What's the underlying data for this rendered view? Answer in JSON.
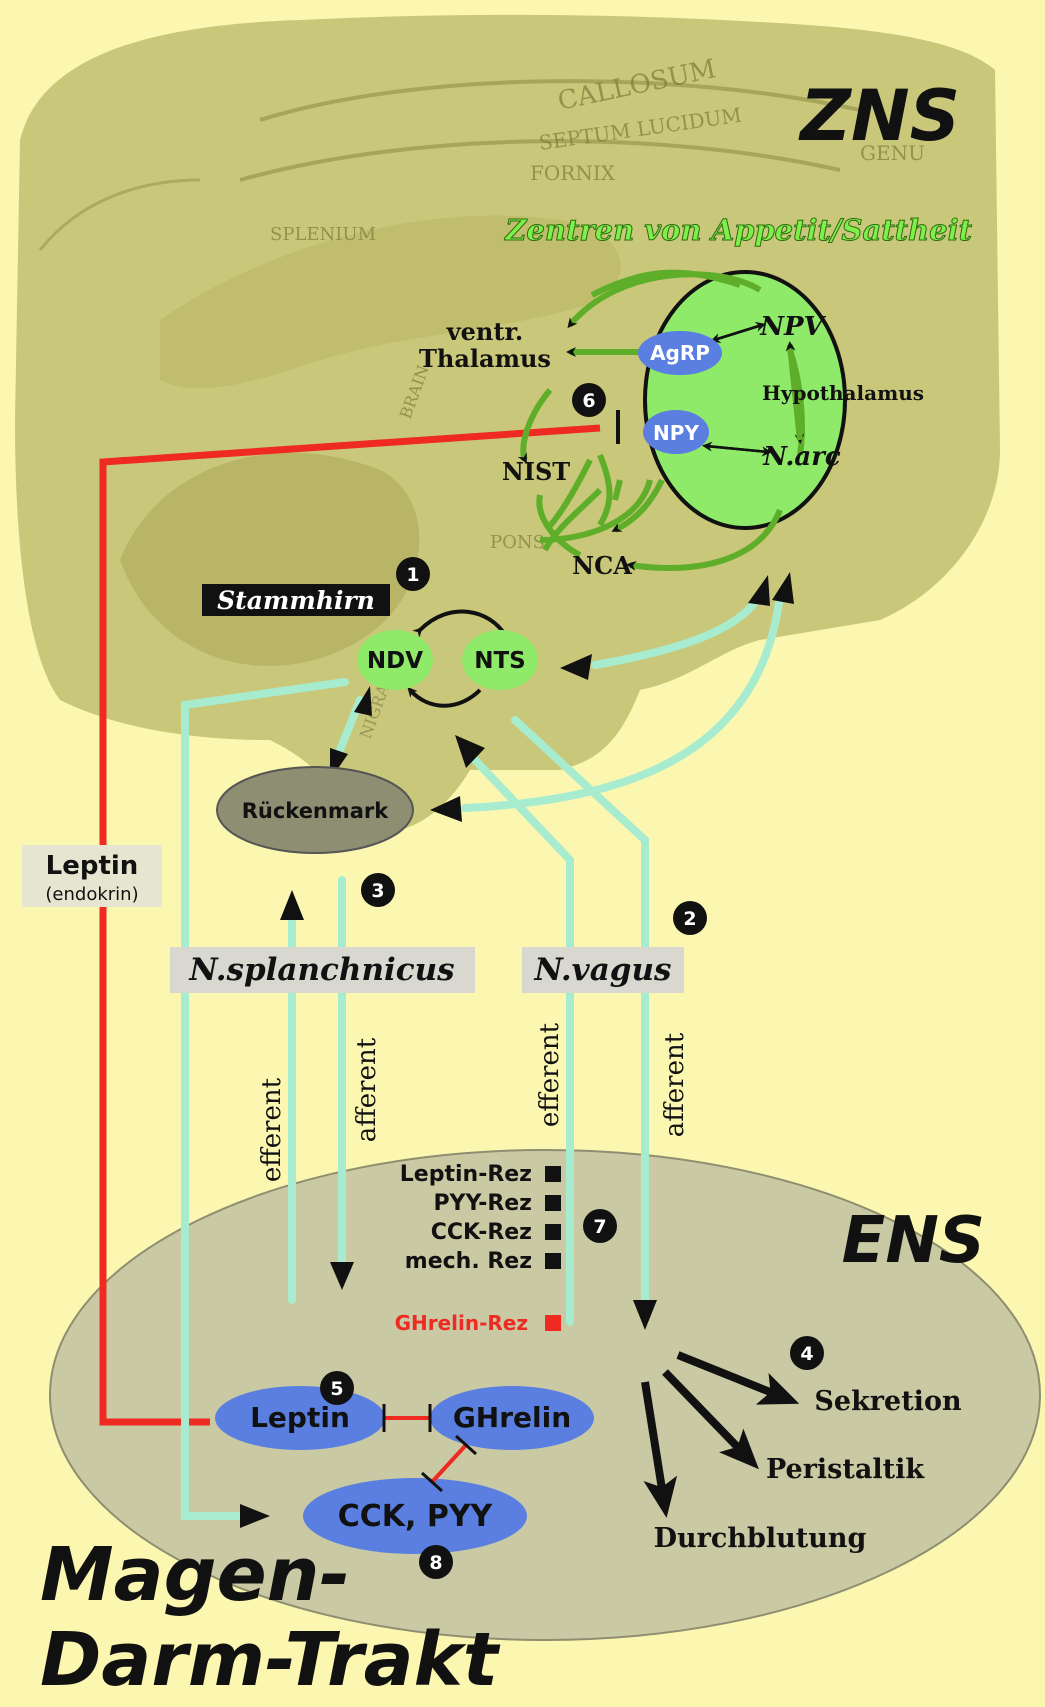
{
  "zns_title": "ZNS",
  "ens_title": "ENS",
  "gi_title": {
    "line1": "Magen-",
    "line2": "Darm-Trakt"
  },
  "green_heading": "Zentren von Appetit/Sattheit",
  "brain_watermark": {
    "callosum": "CALLOSUM",
    "septum": "SEPTUM LUCIDUM",
    "fornix": "FORNIX",
    "genu": "GENU",
    "splenium": "SPLENIUM",
    "pons": "PONS",
    "nigra": "NIGRA",
    "brain": "BRAIN"
  },
  "hypothalamus": {
    "label": "Hypothalamus",
    "agrp": "AgRP",
    "npy": "NPY",
    "npv": "NPV",
    "narc": "N.arc"
  },
  "labels": {
    "ventr_thalamus_1": "ventr.",
    "ventr_thalamus_2": "Thalamus",
    "nist": "NIST",
    "nca": "NCA",
    "stammhirn": "Stammhirn",
    "ndv": "NDV",
    "nts": "NTS",
    "rueckenmark": "Rückenmark",
    "leptin_box_title": "Leptin",
    "leptin_box_sub": "(endokrin)",
    "n_splanchnicus": "N.splanchnicus",
    "n_vagus": "N.vagus",
    "efferent": "efferent",
    "afferent": "afferent",
    "leptin_rez": "Leptin-Rez",
    "pyy_rez": "PYY-Rez",
    "cck_rez": "CCK-Rez",
    "mech_rez": "mech. Rez",
    "ghrelin_rez": "GHrelin-Rez",
    "leptin": "Leptin",
    "ghrelin": "GHrelin",
    "cck_pyy": "CCK, PYY",
    "sekretion": "Sekretion",
    "peristaltik": "Peristaltik",
    "durchblutung": "Durchblutung"
  },
  "markers": [
    "1",
    "2",
    "3",
    "4",
    "5",
    "6",
    "7",
    "8"
  ],
  "colors": {
    "background": "#fbf6b0",
    "brain": "#c9c77a",
    "green_center": "#8fea6a",
    "green_arrow": "#5fae2a",
    "blue_node": "#5a7fe0",
    "nerve": "#a8ecd0",
    "leptin_red": "#ee2a22",
    "ens": "#c9c9a4"
  }
}
